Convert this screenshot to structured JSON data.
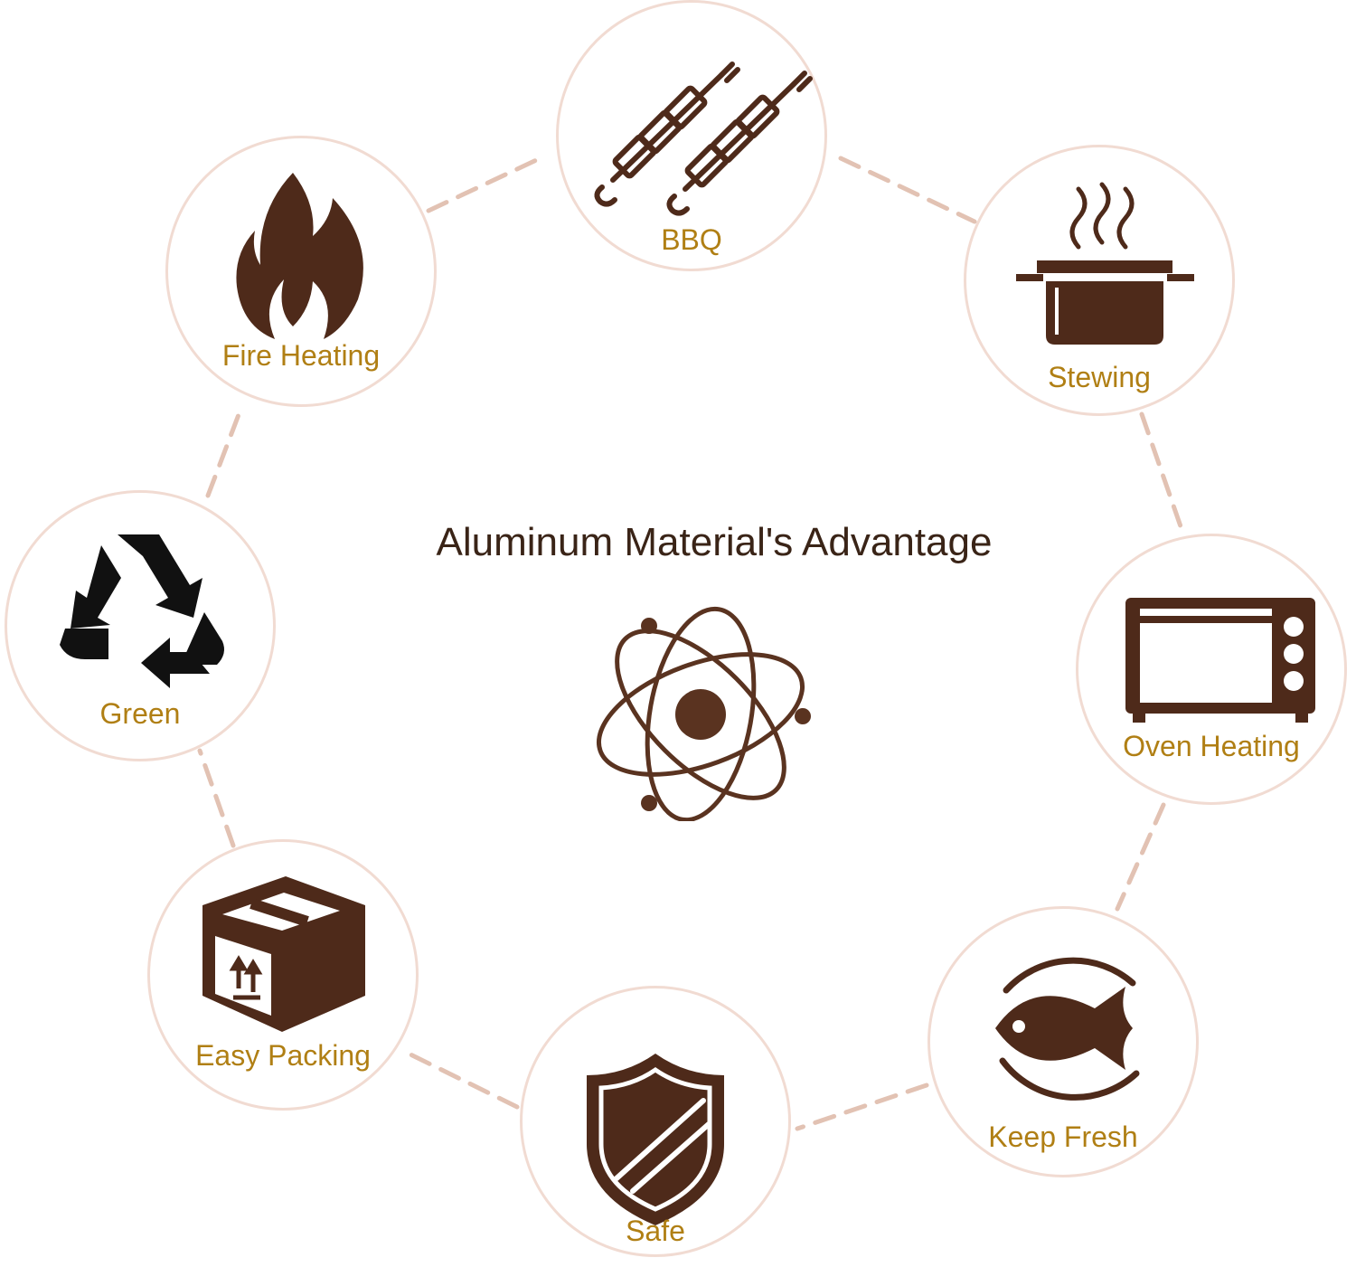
{
  "title": "Aluminum Material's Advantage",
  "colors": {
    "icon": "#4e2a1a",
    "label": "#b07f14",
    "ring": "#f1dbd2",
    "dash": "#e2c2b3",
    "title": "#3a2417",
    "recycle": "#111111"
  },
  "center_icon": "atom-icon",
  "features": [
    {
      "label": "BBQ",
      "icon": "skewers-icon"
    },
    {
      "label": "Stewing",
      "icon": "steaming-pot-icon"
    },
    {
      "label": "Oven Heating",
      "icon": "oven-icon"
    },
    {
      "label": "Keep Fresh",
      "icon": "fish-icon"
    },
    {
      "label": "Safe",
      "icon": "shield-icon"
    },
    {
      "label": "Easy Packing",
      "icon": "box-icon"
    },
    {
      "label": "Green",
      "icon": "recycle-icon"
    },
    {
      "label": "Fire Heating",
      "icon": "flame-icon"
    }
  ]
}
